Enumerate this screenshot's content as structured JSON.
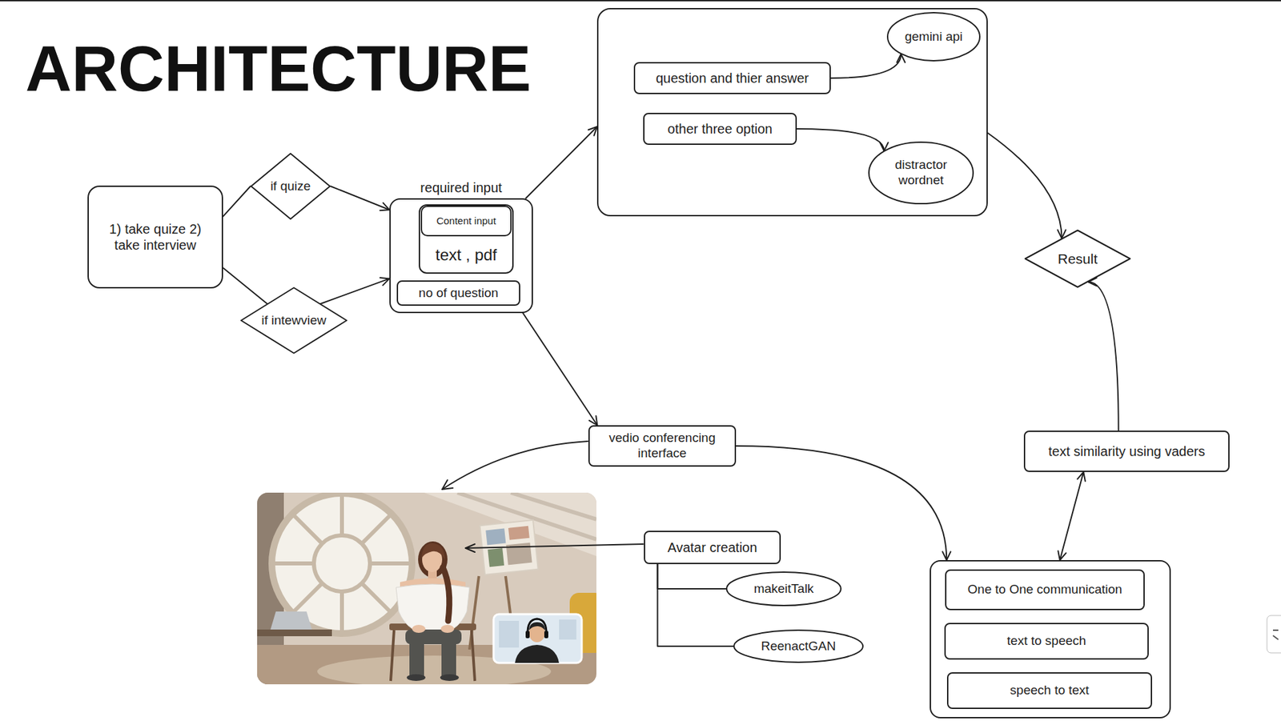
{
  "diagram": {
    "title": "ARCHITECTURE",
    "nodes": [
      {
        "text": [
          "1) take quize 2) take interview"
        ]
      },
      {
        "text": [
          "if quize"
        ]
      },
      {
        "text": [
          "if intewview"
        ]
      },
      {
        "text": [
          "required input"
        ]
      },
      {
        "text": [
          "text , pdf"
        ],
        "in": 3
      },
      {
        "text": [
          "Content input"
        ],
        "in": 4
      },
      {
        "text": [
          "no of question"
        ],
        "in": 3
      },
      {
        "text": []
      },
      {
        "text": [
          "question and thier answer"
        ],
        "in": 7
      },
      {
        "text": [
          "gemini api"
        ],
        "in": 7
      },
      {
        "text": [
          "other three option"
        ],
        "in": 7
      },
      {
        "text": [
          "distractor wordnet"
        ],
        "in": 7
      },
      {
        "text": [
          "Result"
        ]
      },
      {
        "text": [
          "vedio conferencing interface"
        ]
      },
      {
        "text": [
          "Avatar creation"
        ]
      },
      {
        "text": [
          "makeitTalk"
        ]
      },
      {
        "text": [
          "ReenactGAN"
        ]
      },
      {
        "text": [
          "text similarity using vaders"
        ]
      },
      {
        "text": []
      },
      {
        "text": [
          "One to One communication"
        ],
        "in": 18
      },
      {
        "text": [
          "text to speech"
        ],
        "in": 18
      },
      {
        "text": [
          "speech to text"
        ],
        "in": 18
      }
    ],
    "edges": [
      {
        "from": 0,
        "to": 1,
        "arrow": "none"
      },
      {
        "from": 1,
        "to": 3,
        "arrow": "to"
      },
      {
        "from": 0,
        "to": 2,
        "arrow": "none"
      },
      {
        "from": 2,
        "to": 3,
        "arrow": "to"
      },
      {
        "from": 3,
        "to": 7,
        "arrow": "to"
      },
      {
        "from": 8,
        "to": 9,
        "arrow": "to"
      },
      {
        "from": 10,
        "to": 11,
        "arrow": "to"
      },
      {
        "from": 7,
        "to": 12,
        "arrow": "to"
      },
      {
        "from": 3,
        "to": 13,
        "arrow": "to"
      },
      {
        "from": 14,
        "to": 15,
        "arrow": "none"
      },
      {
        "from": 14,
        "to": 16,
        "arrow": "none"
      },
      {
        "from": 13,
        "to": 18,
        "arrow": "to"
      },
      {
        "from": 18,
        "to": 17,
        "arrow": "both"
      },
      {
        "from": 17,
        "to": 12,
        "arrow": "to"
      }
    ]
  }
}
